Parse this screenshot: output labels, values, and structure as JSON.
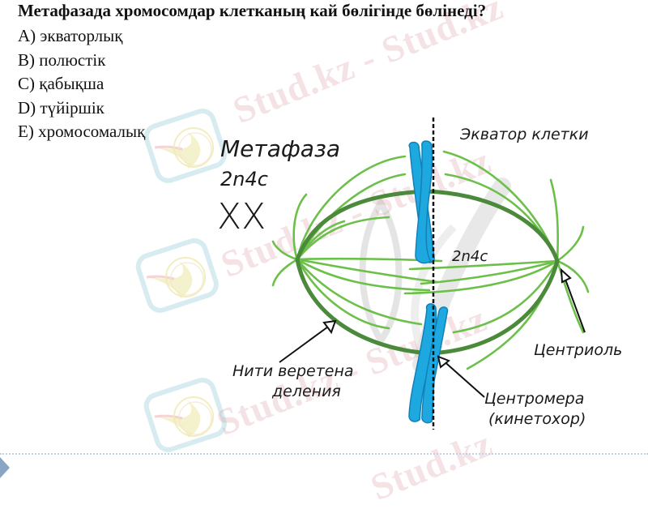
{
  "question": {
    "text": "Метафазада хромосомдар клетканың кай бөлігінде бөлінеді?"
  },
  "options": [
    {
      "letter": "A",
      "label": "A) экваторлық"
    },
    {
      "letter": "B",
      "label": "B) полюстік"
    },
    {
      "letter": "C",
      "label": "C) қабықша"
    },
    {
      "letter": "D",
      "label": "D) түйіршік"
    },
    {
      "letter": "E",
      "label": "E) хромосомалық"
    }
  ],
  "diagram": {
    "title": "Метафаза",
    "formula": "2n4c",
    "chromosome_symbol": "XX",
    "equator_label": "Экватор клетки",
    "chromosome_formula": "2n4c",
    "centriole_label": "Центриоль",
    "spindle_label_line1": "Нити веретена",
    "spindle_label_line2": "деления",
    "centromere_label_line1": "Центромера",
    "centromere_label_line2": "(кинетохор)",
    "colors": {
      "spindle_light": "#6cc04a",
      "spindle_dark": "#4a8a3a",
      "chromosome": "#1ea8e0",
      "chromosome_outline": "#1380b8",
      "equator_line": "#111111"
    }
  },
  "watermark": {
    "text": "Stud.kz",
    "text_full": "Stud.kz - Stud.kz"
  },
  "footer": {
    "nav_icon": "triangle-right-icon",
    "separator_color": "#c3d3e6"
  }
}
